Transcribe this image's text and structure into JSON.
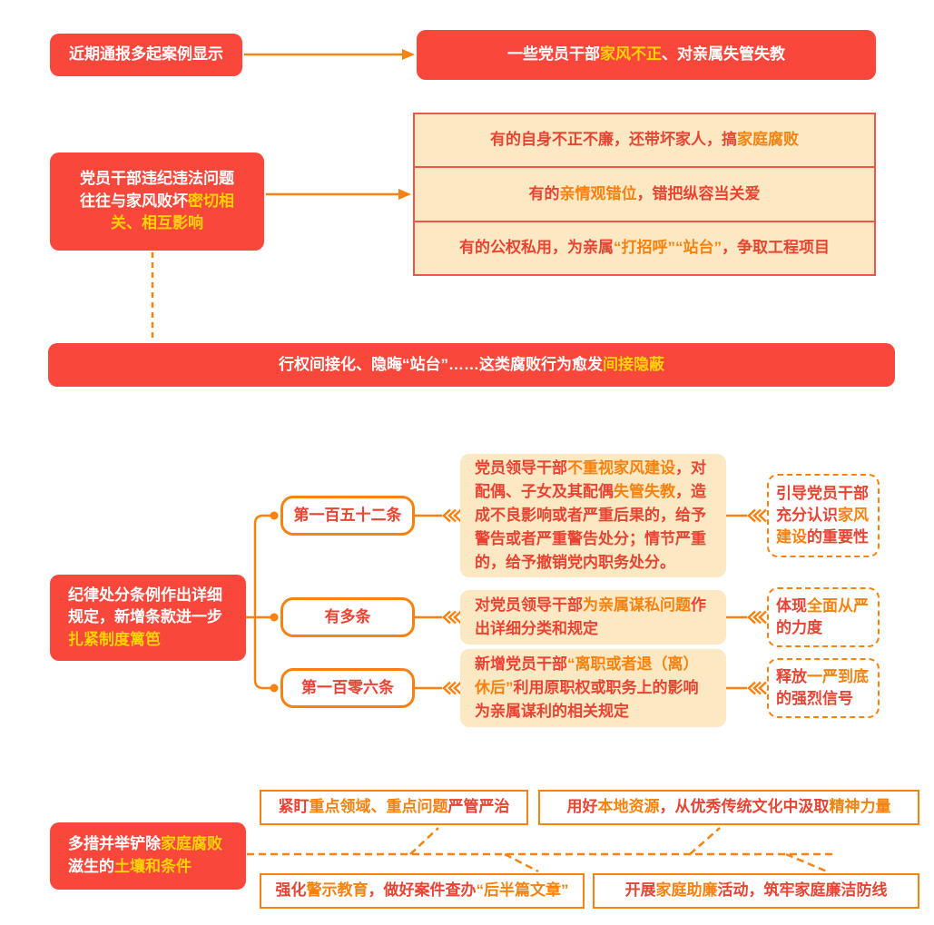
{
  "colors": {
    "red_fill": "#F9483B",
    "red_text": "#E94433",
    "orange": "#F7820F",
    "yellow_highlight": "#FFD200",
    "cream": "#FCE8C2",
    "table_border": "#EF5548",
    "background": "#FFFFFF"
  },
  "top": {
    "source": {
      "text": "近期通报多起案例显示"
    },
    "finding": {
      "segments": [
        {
          "t": "一些党员干部",
          "c": "white"
        },
        {
          "t": "家风不正",
          "c": "yellow"
        },
        {
          "t": "、对亲属失管失教",
          "c": "white"
        }
      ]
    }
  },
  "problem": {
    "cause": {
      "segments": [
        {
          "t": "党员干部违纪违法问题往往与家风败坏",
          "c": "white"
        },
        {
          "t": "密切相关、相互影响",
          "c": "yellow"
        }
      ]
    },
    "examples": [
      {
        "segments": [
          {
            "t": "有的自身不正不廉，还带坏家人，搞",
            "c": "red"
          },
          {
            "t": "家庭腐败",
            "c": "orange"
          }
        ]
      },
      {
        "segments": [
          {
            "t": "有的",
            "c": "red"
          },
          {
            "t": "亲情观错位",
            "c": "orange"
          },
          {
            "t": "，错把纵容当关爱",
            "c": "red"
          }
        ]
      },
      {
        "segments": [
          {
            "t": "有的公权私用，为亲属",
            "c": "red"
          },
          {
            "t": "“打招呼”“站台”",
            "c": "orange"
          },
          {
            "t": "，争取工程项目",
            "c": "red"
          }
        ]
      }
    ],
    "banner": {
      "segments": [
        {
          "t": "行权间接化、隐晦“站台”……这类腐败行为愈发",
          "c": "white"
        },
        {
          "t": "间接隐蔽",
          "c": "yellow"
        }
      ]
    }
  },
  "regulation": {
    "intro": {
      "segments": [
        {
          "t": "纪律处分条例作出详细规定，新增条款进一步",
          "c": "white"
        },
        {
          "t": "扎紧制度篱笆",
          "c": "yellow"
        }
      ]
    },
    "rows": [
      {
        "label": "第一百五十二条",
        "content": {
          "segments": [
            {
              "t": "党员领导干部",
              "c": "red"
            },
            {
              "t": "不重视家风建设",
              "c": "orange"
            },
            {
              "t": "，对配偶、子女及其配偶",
              "c": "red"
            },
            {
              "t": "失管失教",
              "c": "orange"
            },
            {
              "t": "，造成不良影响或者严重后果的，给予警告或者严重警告处分；情节严重的，给予撤销党内职务处分。",
              "c": "red"
            }
          ]
        },
        "note": {
          "segments": [
            {
              "t": "引导党员干部充分认识",
              "c": "red"
            },
            {
              "t": "家风建设",
              "c": "orange"
            },
            {
              "t": "的重要性",
              "c": "red"
            }
          ]
        }
      },
      {
        "label": "有多条",
        "content": {
          "segments": [
            {
              "t": "对党员领导干部",
              "c": "red"
            },
            {
              "t": "为亲属谋私问题",
              "c": "orange"
            },
            {
              "t": "作出详细分类和规定",
              "c": "red"
            }
          ]
        },
        "note": {
          "segments": [
            {
              "t": "体现",
              "c": "red"
            },
            {
              "t": "全面从严",
              "c": "orange"
            },
            {
              "t": "的力度",
              "c": "red"
            }
          ]
        }
      },
      {
        "label": "第一百零六条",
        "content": {
          "segments": [
            {
              "t": "新增党员干部",
              "c": "red"
            },
            {
              "t": "“离职或者退（离）休后”",
              "c": "orange"
            },
            {
              "t": "利用原职权或职务上的影响为亲属谋利的相关规定",
              "c": "red"
            }
          ]
        },
        "note": {
          "segments": [
            {
              "t": "释放",
              "c": "red"
            },
            {
              "t": "一严到底",
              "c": "orange"
            },
            {
              "t": "的强烈信号",
              "c": "red"
            }
          ]
        }
      }
    ]
  },
  "measures": {
    "intro": {
      "segments": [
        {
          "t": "多措并举铲除",
          "c": "white"
        },
        {
          "t": "家庭腐败",
          "c": "yellow"
        },
        {
          "t": "滋生的",
          "c": "white"
        },
        {
          "t": "土壤和条件",
          "c": "yellow"
        }
      ]
    },
    "items": [
      {
        "segments": [
          {
            "t": "紧盯",
            "c": "red"
          },
          {
            "t": "重点领域、重点问题",
            "c": "orange"
          },
          {
            "t": "严管严治",
            "c": "red"
          }
        ]
      },
      {
        "segments": [
          {
            "t": "用好",
            "c": "red"
          },
          {
            "t": "本地资源",
            "c": "orange"
          },
          {
            "t": "，从优秀传统文化中汲取",
            "c": "red"
          },
          {
            "t": "精神力量",
            "c": "orange"
          }
        ]
      },
      {
        "segments": [
          {
            "t": "强化",
            "c": "red"
          },
          {
            "t": "警示教育",
            "c": "orange"
          },
          {
            "t": "，做好案件查办",
            "c": "red"
          },
          {
            "t": "“后半篇文章”",
            "c": "orange"
          }
        ]
      },
      {
        "segments": [
          {
            "t": "开展",
            "c": "red"
          },
          {
            "t": "家庭助廉",
            "c": "orange"
          },
          {
            "t": "活动，筑牢家庭廉洁防线",
            "c": "red"
          }
        ]
      }
    ]
  }
}
